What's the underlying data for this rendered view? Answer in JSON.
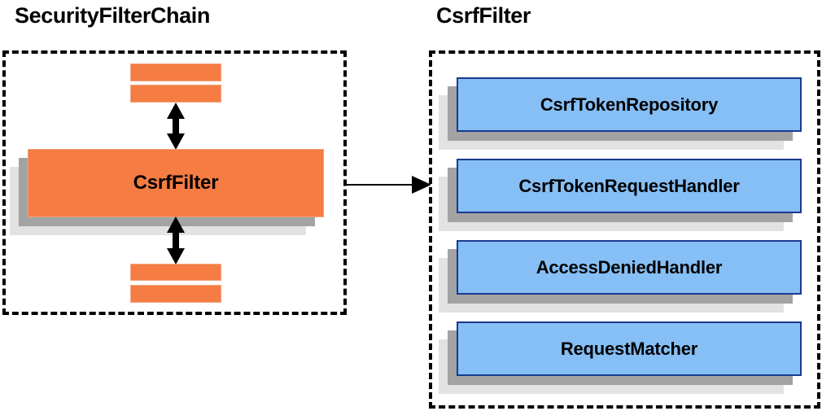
{
  "diagram": {
    "title_left": "SecurityFilterChain",
    "title_right": "CsrfFilter",
    "left_panel": {
      "main_box_label": "CsrfFilter",
      "filter_bars": [
        {
          "name": "filter-bar-top-1"
        },
        {
          "name": "filter-bar-top-2"
        },
        {
          "name": "filter-bar-bottom-1"
        },
        {
          "name": "filter-bar-bottom-2"
        }
      ],
      "arrows": [
        {
          "name": "arrow-up",
          "kind": "double-headed-vertical"
        },
        {
          "name": "arrow-down",
          "kind": "double-headed-vertical"
        }
      ]
    },
    "connector": {
      "name": "zoom-in-arrow",
      "kind": "single-headed-horizontal",
      "from": "SecurityFilterChain",
      "to": "CsrfFilter"
    },
    "right_panel": {
      "boxes": [
        {
          "label": "CsrfTokenRepository"
        },
        {
          "label": "CsrfTokenRequestHandler"
        },
        {
          "label": "AccessDeniedHandler"
        },
        {
          "label": "RequestMatcher"
        }
      ]
    },
    "colors": {
      "orange_fill": "#F57C43",
      "orange_border": "#F3A57F",
      "blue_fill": "#86BFF5",
      "blue_border": "#1A3A8F",
      "shadow_near": "#A3A3A3",
      "shadow_far": "#E2E2E2",
      "panel_border": "#000000",
      "text": "#000000",
      "background": "#FFFFFF"
    }
  }
}
